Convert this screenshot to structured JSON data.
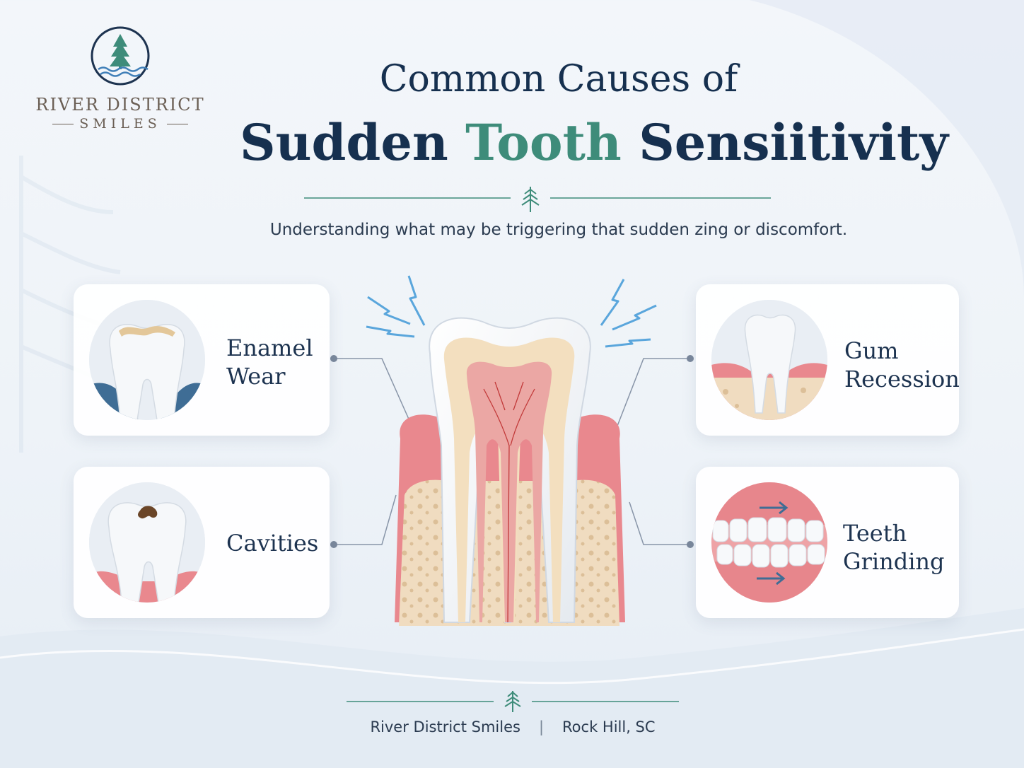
{
  "logo": {
    "name": "RIVER DISTRICT",
    "sub": "SMILES"
  },
  "title": {
    "line1": "Common Causes of",
    "line2_part1": "Sudden ",
    "line2_accent": "Tooth",
    "line2_part2": " Sensiitivity"
  },
  "subtitle": "Understanding what may be triggering that sudden zing or discomfort.",
  "cards": {
    "enamel": {
      "line1": "Enamel",
      "line2": "Wear"
    },
    "cavities": {
      "line1": "Cavities"
    },
    "gum": {
      "line1": "Gum",
      "line2": "Recession"
    },
    "grinding": {
      "line1": "Teeth",
      "line2": "Grinding"
    }
  },
  "footer": {
    "practice": "River District Smiles",
    "separator": "|",
    "location": "Rock Hill, SC"
  },
  "colors": {
    "navy": "#16304f",
    "teal": "#3e8c7a",
    "gum": "#e9888e",
    "bone": "#f0dcc0",
    "spark": "#5aa6dc"
  },
  "icons": [
    "pine-tree-icon",
    "wave-icon",
    "lightning-icon",
    "arrow-right-icon"
  ]
}
